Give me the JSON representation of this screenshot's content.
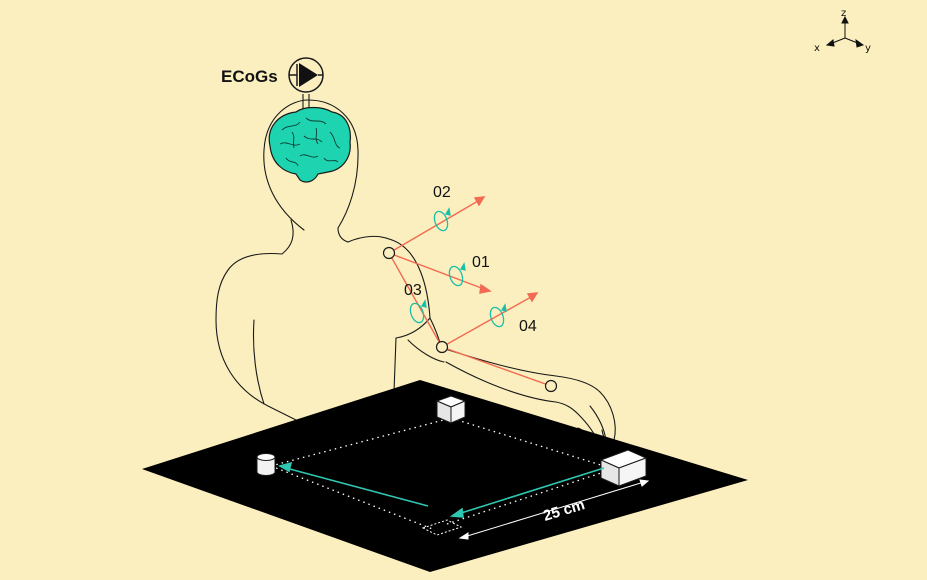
{
  "labels": {
    "recording": "ECoGs",
    "dof_01": "01",
    "dof_02": "02",
    "dof_03": "03",
    "dof_04": "04",
    "distance": "25 cm"
  },
  "axes": {
    "z": "z",
    "x": "x",
    "y": "y"
  },
  "colors": {
    "background": "#fbefbf",
    "brain": "#1ed3b0",
    "arm_joints": "#f26a52",
    "rotation": "#19bfa6",
    "table": "#000000",
    "trajectory": "#2ec7b1",
    "outline": "#1a1a1a"
  }
}
